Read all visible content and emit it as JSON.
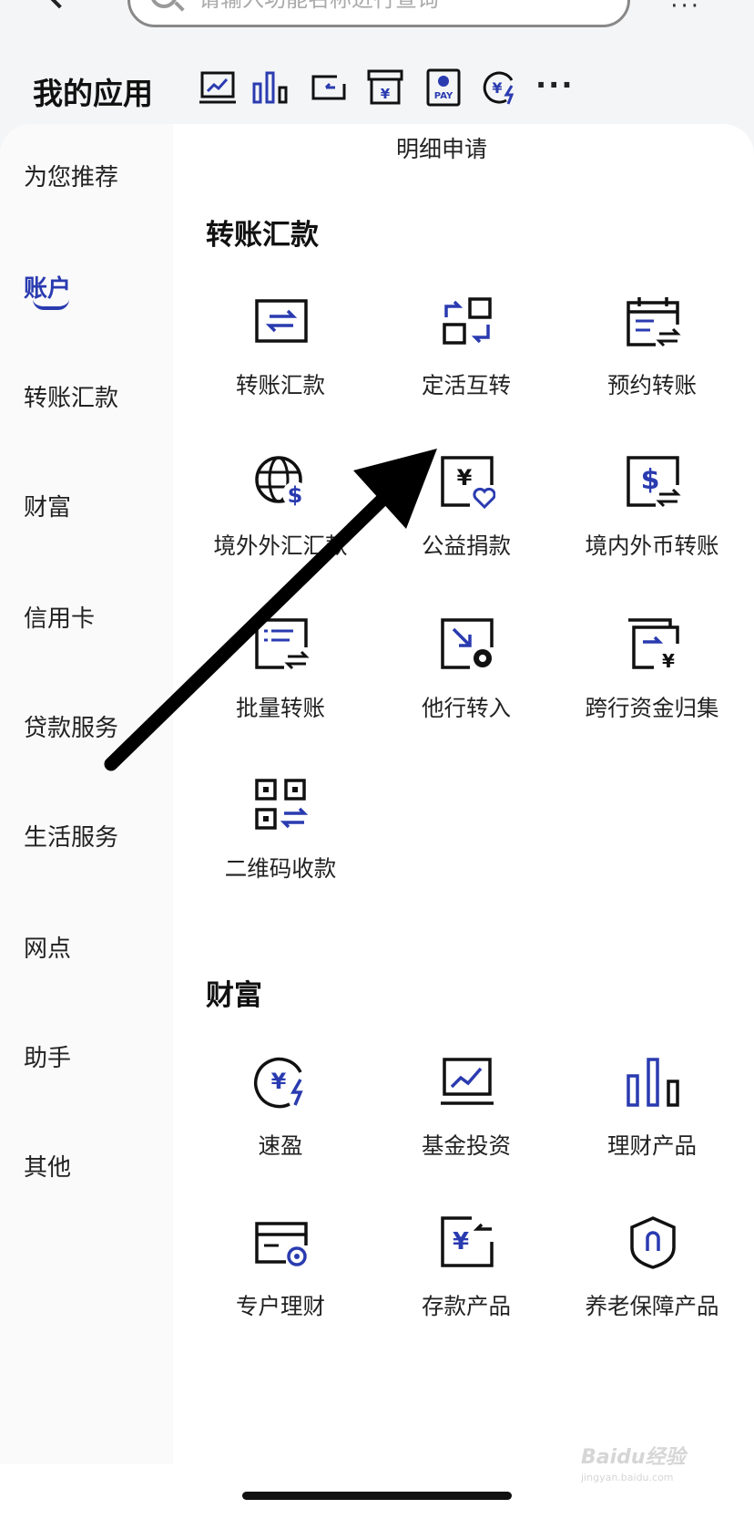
{
  "header": {
    "search_placeholder": "请输入功能名称进行查询",
    "more_label": "···"
  },
  "my_apps": {
    "title": "我的应用",
    "icons": [
      "fund-icon",
      "wealth-icon",
      "deposit-icon",
      "archive-icon",
      "pay-icon",
      "quick-icon"
    ],
    "more_label": "···"
  },
  "sidebar": {
    "items": [
      {
        "label": "为您推荐"
      },
      {
        "label": "账户",
        "active": true
      },
      {
        "label": "转账汇款"
      },
      {
        "label": "财富"
      },
      {
        "label": "信用卡"
      },
      {
        "label": "贷款服务"
      },
      {
        "label": "生活服务"
      },
      {
        "label": "网点"
      },
      {
        "label": "助手"
      },
      {
        "label": "其他"
      }
    ]
  },
  "content": {
    "truncated_label": "明细申请",
    "sections": [
      {
        "title": "转账汇款",
        "items": [
          {
            "label": "转账汇款",
            "icon": "transfer-icon"
          },
          {
            "label": "定活互转",
            "icon": "fixed-current-swap-icon"
          },
          {
            "label": "预约转账",
            "icon": "scheduled-transfer-icon"
          },
          {
            "label": "境外外汇汇款",
            "icon": "globe-dollar-icon"
          },
          {
            "label": "公益捐款",
            "icon": "charity-icon"
          },
          {
            "label": "境内外币转账",
            "icon": "dollar-transfer-icon"
          },
          {
            "label": "批量转账",
            "icon": "batch-transfer-icon"
          },
          {
            "label": "他行转入",
            "icon": "other-bank-in-icon"
          },
          {
            "label": "跨行资金归集",
            "icon": "fund-collect-icon"
          },
          {
            "label": "二维码收款",
            "icon": "qr-code-icon"
          }
        ]
      },
      {
        "title": "财富",
        "items": [
          {
            "label": "速盈",
            "icon": "quick-yield-icon"
          },
          {
            "label": "基金投资",
            "icon": "fund-invest-icon"
          },
          {
            "label": "理财产品",
            "icon": "bar-chart-icon"
          },
          {
            "label": "专户理财",
            "icon": "card-icon"
          },
          {
            "label": "存款产品",
            "icon": "deposit-product-icon"
          },
          {
            "label": "养老保障产品",
            "icon": "shield-icon"
          }
        ]
      }
    ]
  },
  "watermark": {
    "brand": "Baidu经验",
    "url": "jingyan.baidu.com"
  },
  "colors": {
    "accent": "#2a3bb0",
    "text": "#222222",
    "panel": "#ffffff",
    "sidebar": "#fafafa"
  }
}
